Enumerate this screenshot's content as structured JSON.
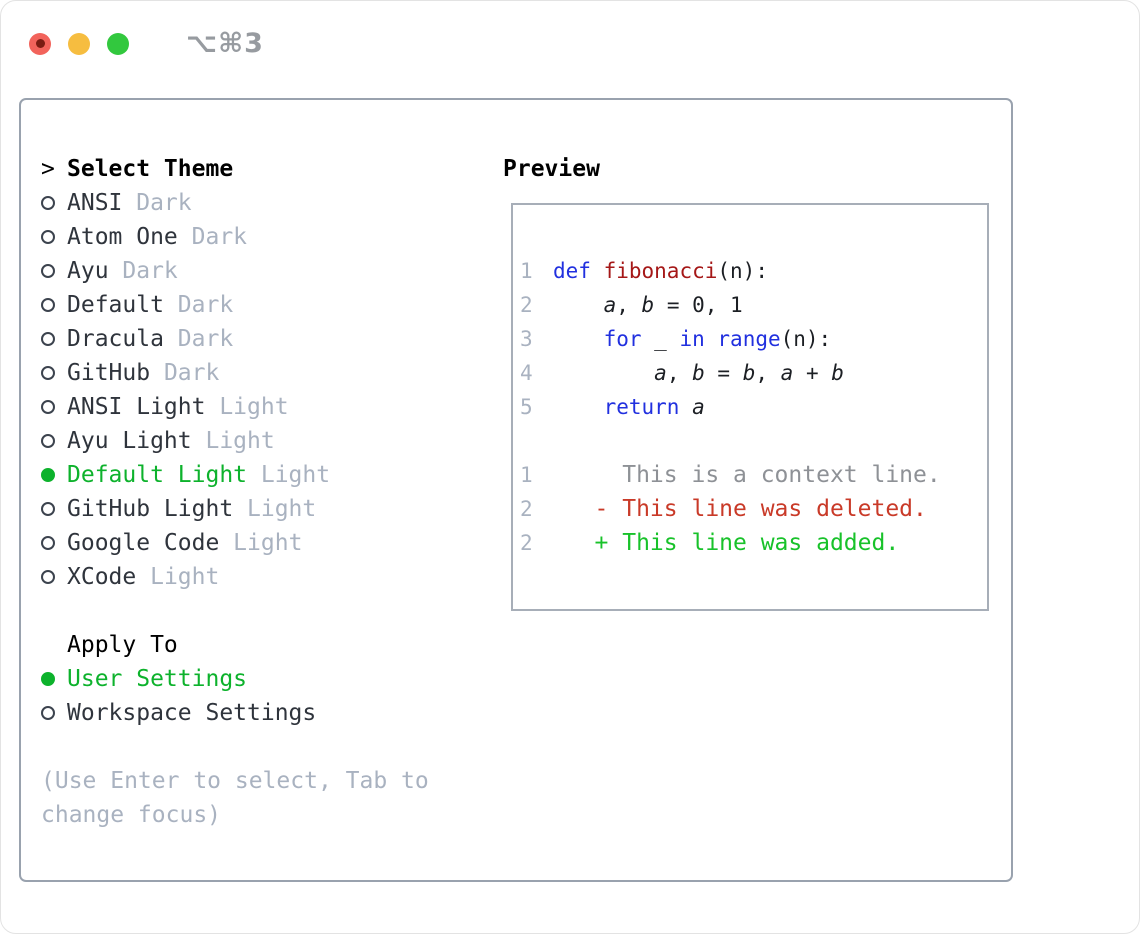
{
  "window": {
    "title": "⌥⌘3",
    "traffic_lights": {
      "close": "close",
      "minimize": "minimize",
      "zoom": "zoom"
    }
  },
  "theme_selector": {
    "prompt": ">",
    "title": "Select Theme",
    "items": [
      {
        "name": "ANSI",
        "variant": "Dark",
        "selected": false
      },
      {
        "name": "Atom One",
        "variant": "Dark",
        "selected": false
      },
      {
        "name": "Ayu",
        "variant": "Dark",
        "selected": false
      },
      {
        "name": "Default",
        "variant": "Dark",
        "selected": false
      },
      {
        "name": "Dracula",
        "variant": "Dark",
        "selected": false
      },
      {
        "name": "GitHub",
        "variant": "Dark",
        "selected": false
      },
      {
        "name": "ANSI Light",
        "variant": "Light",
        "selected": false
      },
      {
        "name": "Ayu Light",
        "variant": "Light",
        "selected": false
      },
      {
        "name": "Default Light",
        "variant": "Light",
        "selected": true
      },
      {
        "name": "GitHub Light",
        "variant": "Light",
        "selected": false
      },
      {
        "name": "Google Code",
        "variant": "Light",
        "selected": false
      },
      {
        "name": "XCode",
        "variant": "Light",
        "selected": false
      }
    ]
  },
  "apply_to": {
    "title": "Apply To",
    "options": [
      {
        "label": "User Settings",
        "selected": true
      },
      {
        "label": "Workspace Settings",
        "selected": false
      }
    ]
  },
  "help_text": "(Use Enter to select, Tab to change focus)",
  "preview": {
    "title": "Preview",
    "code_lines": [
      {
        "num": "1",
        "tokens": [
          {
            "t": "def",
            "c": "kw"
          },
          {
            "t": " "
          },
          {
            "t": "fibonacci",
            "c": "fn"
          },
          {
            "t": "(n):"
          }
        ]
      },
      {
        "num": "2",
        "tokens": [
          {
            "t": "    "
          },
          {
            "t": "a",
            "c": "var"
          },
          {
            "t": ", "
          },
          {
            "t": "b",
            "c": "var"
          },
          {
            "t": " = 0, 1"
          }
        ]
      },
      {
        "num": "3",
        "tokens": [
          {
            "t": "    "
          },
          {
            "t": "for",
            "c": "kw"
          },
          {
            "t": " _ "
          },
          {
            "t": "in",
            "c": "kw"
          },
          {
            "t": " "
          },
          {
            "t": "range",
            "c": "kw"
          },
          {
            "t": "(n):"
          }
        ]
      },
      {
        "num": "4",
        "tokens": [
          {
            "t": "        "
          },
          {
            "t": "a",
            "c": "var"
          },
          {
            "t": ", "
          },
          {
            "t": "b",
            "c": "var"
          },
          {
            "t": " = "
          },
          {
            "t": "b",
            "c": "var"
          },
          {
            "t": ", "
          },
          {
            "t": "a",
            "c": "var"
          },
          {
            "t": " + "
          },
          {
            "t": "b",
            "c": "var"
          }
        ]
      },
      {
        "num": "5",
        "tokens": [
          {
            "t": "    "
          },
          {
            "t": "return",
            "c": "kw"
          },
          {
            "t": " "
          },
          {
            "t": "a",
            "c": "var"
          }
        ]
      }
    ],
    "diff_lines": [
      {
        "num": "1",
        "kind": "context",
        "text": "     This is a context line."
      },
      {
        "num": "2",
        "kind": "deleted",
        "text": "   - This line was deleted."
      },
      {
        "num": "2",
        "kind": "added",
        "text": "   + This line was added."
      }
    ]
  },
  "colors": {
    "accent_green": "#0db22c",
    "keyword_blue": "#2130df",
    "function_red": "#a51717",
    "diff_red": "#c93a28",
    "diff_green": "#18c22a",
    "muted_gray": "#a9b2c0",
    "context_gray": "#8e9196",
    "panel_border": "#99a2ae",
    "traffic_red": "#f2635b",
    "traffic_yellow": "#f6bd40",
    "traffic_green": "#32c83e"
  }
}
